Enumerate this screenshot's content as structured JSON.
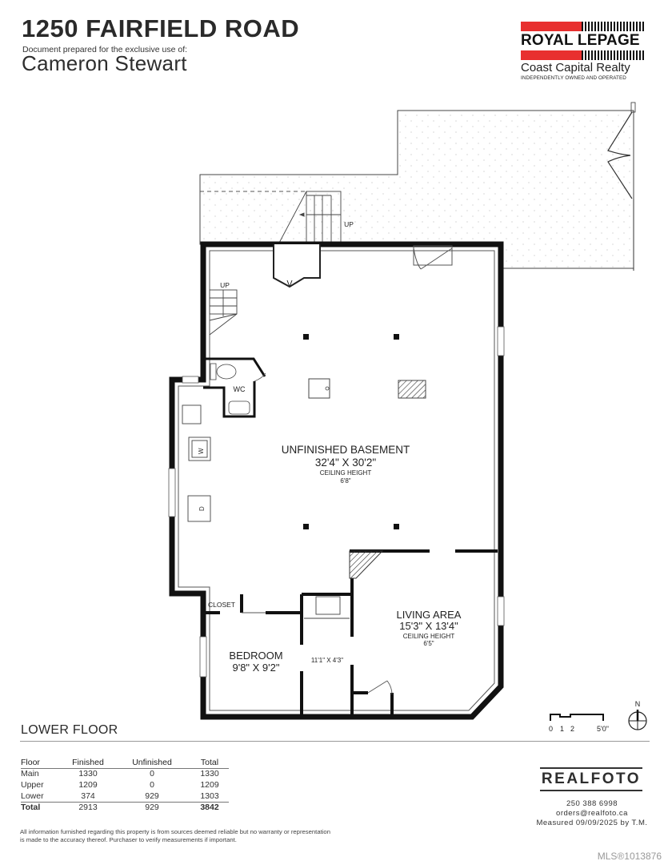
{
  "header": {
    "title": "1250 FAIRFIELD ROAD",
    "subtitle": "Document prepared for the exclusive use of:",
    "client": "Cameron Stewart"
  },
  "brokerage_logo": {
    "brand": "ROYAL LEPAGE",
    "office": "Coast Capital Realty",
    "tagline": "INDEPENDENTLY OWNED AND OPERATED",
    "accent_color": "#e8302f"
  },
  "floor_plan": {
    "floor_name": "LOWER FLOOR",
    "rooms": [
      {
        "name": "UNFINISHED BASEMENT",
        "dims": "32'4\" X 30'2\"",
        "ceiling_label": "CEILING HEIGHT",
        "ceiling": "6'8\""
      },
      {
        "name": "LIVING AREA",
        "dims": "15'3\" X 13'4\"",
        "ceiling_label": "CEILING HEIGHT",
        "ceiling": "6'5\""
      },
      {
        "name": "BEDROOM",
        "dims": "9'8\" X 9'2\""
      },
      {
        "name": "",
        "dims": "11'1\" X 4'3\""
      }
    ],
    "labels": {
      "wc": "WC",
      "closet": "CLOSET",
      "stairs_up_exterior": "UP",
      "stairs_up_interior": "UP",
      "washer": "W",
      "dryer": "D"
    },
    "scale": {
      "ticks": [
        "0",
        "1",
        "2",
        "5'0\""
      ]
    },
    "compass": {
      "label": "N"
    }
  },
  "area_table": {
    "headers": [
      "Floor",
      "Finished",
      "Unfinished",
      "Total"
    ],
    "rows": [
      [
        "Main",
        "1330",
        "0",
        "1330"
      ],
      [
        "Upper",
        "1209",
        "0",
        "1209"
      ],
      [
        "Lower",
        "374",
        "929",
        "1303"
      ]
    ],
    "total": [
      "Total",
      "2913",
      "929",
      "3842"
    ]
  },
  "disclaimer": "All information furnished regarding this property is from sources deemed reliable but no warranty or representation is made to the accuracy thereof. Purchaser to verify measurements if important.",
  "photographer": {
    "name": "REALFOTO",
    "phone": "250 388 6998",
    "email": "orders@realfoto.ca",
    "measured": "Measured 09/09/2025 by T.M."
  },
  "mls": "MLS®1013876"
}
